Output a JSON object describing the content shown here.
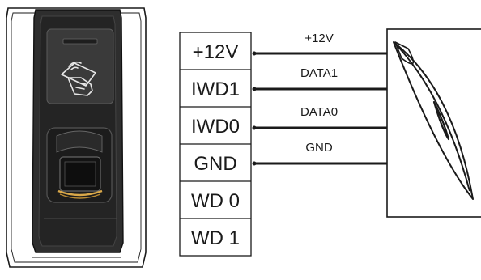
{
  "terminal_labels": [
    "+12V",
    "IWD1",
    "IWD0",
    "GND",
    "WD 0",
    "WD 1"
  ],
  "wire_labels": [
    "+12V",
    "DATA1",
    "DATA0",
    "GND"
  ],
  "icons": {
    "device": "fingerprint-reader-device",
    "card_reader_icon": "rfid-card-hand-icon",
    "fingerprint_sensor": "fingerprint-sensor",
    "external_reader": "external-card-reader-icon"
  },
  "colors": {
    "line": "#1a1a1a",
    "device_dark": "#2b2b2b",
    "sensor_accent": "#d9a84a"
  }
}
